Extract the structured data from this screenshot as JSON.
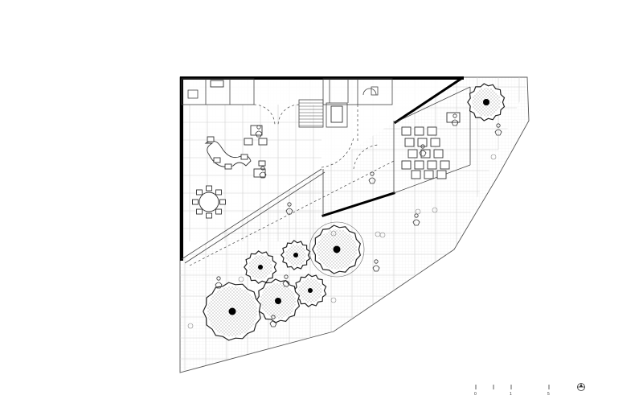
{
  "drawing": {
    "type": "architectural-site-plan",
    "colors": {
      "paper": "#ffffff",
      "ink": "#000000",
      "grid": "#cfcfcf",
      "fine_grid": "#e4e4e4"
    }
  },
  "scale_bar": {
    "labels": [
      "0",
      "1",
      "5"
    ]
  },
  "north_arrow": {
    "icon": "north-arrow-icon"
  }
}
